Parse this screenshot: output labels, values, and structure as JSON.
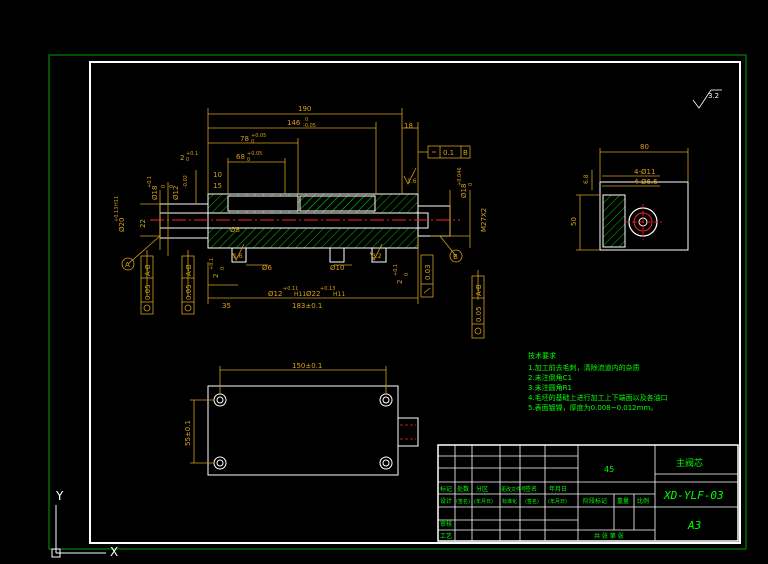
{
  "colors": {
    "background": "#000000",
    "frame_outer": "#00a000",
    "frame_inner": "#ffffff",
    "part_outline": "#ffffff",
    "dimension": "#d4a017",
    "hatch": "#00c000",
    "center_line": "#ff2020",
    "notes": "#00ff00",
    "title_lines": "#ffffff"
  },
  "section_view": {
    "overall_length": "190",
    "length_146": "146",
    "tol_146_upper": "0",
    "tol_146_lower": "-0.05",
    "length_18": "18",
    "length_78": "78",
    "tol_78_upper": "+0.05",
    "tol_78_lower": "0",
    "length_68": "68",
    "tol_68_upper": "+0.05",
    "tol_68_lower": "0",
    "left_step": "2",
    "left_step_tol_upper": "+0.1",
    "left_step_tol_lower": "0",
    "left_groove": "10",
    "left_groove2": "15",
    "dia_18_left": "Ø18",
    "dia_18_left_upper": "+0.1",
    "dia_18_left_lower": "0",
    "dia_12": "Ø12",
    "dia_12_upper": "0",
    "dia_12_lower": "-0.02",
    "dia_20": "Ø20",
    "dia_20_tol": "+0.13",
    "dia_20_fit": "H11",
    "dim_22": "22",
    "dia_8": "Ø8",
    "dia_6": "Ø6",
    "dia_10": "Ø10",
    "bottom_step": "2",
    "bottom_step_upper": "+0.1",
    "bottom_step_lower": "0",
    "bottom_step2": "2",
    "bottom_step2_upper": "+0.1",
    "bottom_step2_lower": "0",
    "dia_12_h11": "Ø12",
    "dia_12_h11_tol": "+0.11",
    "dia_12_h11_fit": "H11",
    "dia_22": "Ø22",
    "dia_22_tol": "+0.13",
    "dia_22_fit": "H11",
    "length_35": "35",
    "length_183": "183±0.1",
    "right_dia_18": "Ø18",
    "right_dia_18_upper": "+0.046",
    "right_dia_18_lower": "0",
    "right_m27": "M27X2",
    "datum_a": "A",
    "datum_b": "B",
    "fcf_parallel_tol": "0.1",
    "fcf_parallel_datum": "B",
    "fcf_cyl_tol": "0.03",
    "roughness_1": "1.6",
    "roughness_2": "1.6",
    "roughness_3": "3.2"
  },
  "fcf_vertical": [
    {
      "tol": "0.05",
      "datum": "A-B"
    },
    {
      "tol": "0.05",
      "datum": "A-B"
    },
    {
      "tol": "0.05",
      "datum": "A-B"
    }
  ],
  "side_view": {
    "width": "80",
    "height": "50",
    "top_offset": "6.8",
    "holes_1": "4-Ø11",
    "holes_2": "4-Ø6.6"
  },
  "plan_view": {
    "hole_spacing_x": "150±0.1",
    "hole_spacing_y": "55±0.1"
  },
  "roughness_corner": "3.2",
  "notes": {
    "heading": "技术要求",
    "items": [
      "1.加工前去毛刺，清除流道内的杂质",
      "2.未注倒角C1",
      "3.未注圆角R1",
      "4.毛坯的基础上进行加工上下端面以及各油口",
      "5.表面镀镍，厚度为0.008~0.012mm。"
    ]
  },
  "title_block": {
    "material": "45",
    "part_name": "主阀芯",
    "drawing_no": "XD-YLF-03",
    "sheet_size": "A3",
    "row1_labels": [
      "标记",
      "处数",
      "分区",
      "更改文件号",
      "签名",
      "年月日"
    ],
    "row2_labels": [
      "设计",
      "(签名)",
      "(年月日)",
      "标准化",
      "(签名)",
      "(年月日)"
    ],
    "stage_label": "阶段标记",
    "weight_label": "重量",
    "scale_label": "比例",
    "check_label": "审核",
    "process_label": "工艺",
    "sheets_label": "共  张  第  张"
  },
  "ucs": {
    "y_label": "Y",
    "x_label": "X"
  }
}
